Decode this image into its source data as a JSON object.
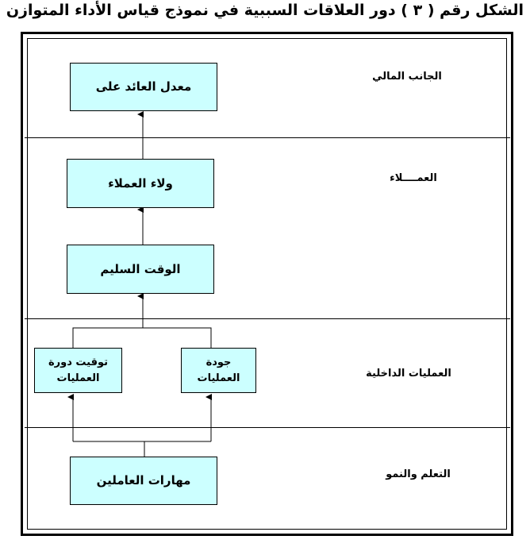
{
  "caption": "الشكل رقم (  ٣  ) دور العلاقات السببية في نموذج قياس الأداء المتوازن",
  "sections": [
    {
      "id": "financial",
      "label": "الجانب المالي"
    },
    {
      "id": "customers",
      "label": "العمــــلاء"
    },
    {
      "id": "internal",
      "label": "العمليات الداخلية"
    },
    {
      "id": "learning",
      "label": "التعلم والنمو"
    }
  ],
  "nodes": {
    "roi": "معدل العائد على",
    "loyalty": "ولاء العملاء",
    "ontime": "الوقت السليم",
    "cycle_timing_1": "توقيت دورة",
    "cycle_timing_2": "العمليات",
    "quality_1": "جودة",
    "quality_2": "العمليات",
    "skills": "مهارات العاملين"
  },
  "links": [
    {
      "from": "ontime",
      "to": "loyalty"
    },
    {
      "from": "loyalty",
      "to": "roi"
    },
    {
      "from": "quality",
      "to": "ontime"
    },
    {
      "from": "cycle_timing",
      "to": "ontime"
    },
    {
      "from": "skills",
      "to": "cycle_timing"
    },
    {
      "from": "skills",
      "to": "quality"
    }
  ]
}
